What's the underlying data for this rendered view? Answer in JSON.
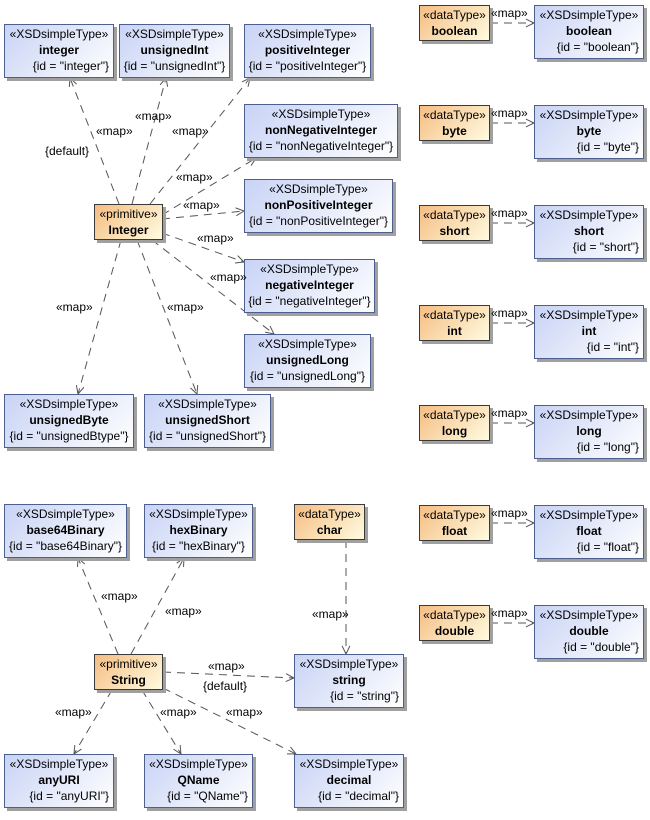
{
  "diagram": {
    "stereotypes": {
      "xsd": "«XSDsimpleType»",
      "primitive": "«primitive»",
      "dataType": "«dataType»",
      "map": "«map»",
      "default": "{default}"
    },
    "colors": {
      "xsd_fill": "#c8d3f5",
      "datatype_fill": "#f5bd82",
      "border": "#4d5f8f",
      "edge": "#555555"
    },
    "primitives": [
      {
        "id": "Integer",
        "stereotype": "«primitive»",
        "name": "Integer"
      },
      {
        "id": "String",
        "stereotype": "«primitive»",
        "name": "String"
      }
    ],
    "integer_targets": [
      {
        "stereotype": "«XSDsimpleType»",
        "name": "integer",
        "tag": "{id = \"integer\"}",
        "label": "«map»",
        "extra": "{default}"
      },
      {
        "stereotype": "«XSDsimpleType»",
        "name": "unsignedInt",
        "tag": "{id = \"unsignedInt\"}",
        "label": "«map»"
      },
      {
        "stereotype": "«XSDsimpleType»",
        "name": "positiveInteger",
        "tag": "{id = \"positiveInteger\"}",
        "label": "«map»"
      },
      {
        "stereotype": "«XSDsimpleType»",
        "name": "nonNegativeInteger",
        "tag": "{id = \"nonNegativeInteger\"}",
        "label": "«map»"
      },
      {
        "stereotype": "«XSDsimpleType»",
        "name": "nonPositiveInteger",
        "tag": "{id = \"nonPositiveInteger\"}",
        "label": "«map»"
      },
      {
        "stereotype": "«XSDsimpleType»",
        "name": "negativeInteger",
        "tag": "{id = \"negativeInteger\"}",
        "label": "«map»"
      },
      {
        "stereotype": "«XSDsimpleType»",
        "name": "unsignedLong",
        "tag": "{id = \"unsignedLong\"}",
        "label": "«map»"
      },
      {
        "stereotype": "«XSDsimpleType»",
        "name": "unsignedByte",
        "tag": "{id = \"unsignedBtype\"}",
        "label": "«map»"
      },
      {
        "stereotype": "«XSDsimpleType»",
        "name": "unsignedShort",
        "tag": "{id = \"unsignedShort\"}",
        "label": "«map»"
      }
    ],
    "string_targets": [
      {
        "stereotype": "«XSDsimpleType»",
        "name": "base64Binary",
        "tag": "{id = \"base64Binary\"}",
        "label": "«map»"
      },
      {
        "stereotype": "«XSDsimpleType»",
        "name": "hexBinary",
        "tag": "{id = \"hexBinary\"}",
        "label": "«map»"
      },
      {
        "stereotype": "«XSDsimpleType»",
        "name": "string",
        "tag": "{id = \"string\"}",
        "label": "«map»",
        "extra": "{default}"
      },
      {
        "stereotype": "«XSDsimpleType»",
        "name": "anyURI",
        "tag": "{id = \"anyURI\"}",
        "label": "«map»"
      },
      {
        "stereotype": "«XSDsimpleType»",
        "name": "QName",
        "tag": "{id = \"QName\"}",
        "label": "«map»"
      },
      {
        "stereotype": "«XSDsimpleType»",
        "name": "decimal",
        "tag": "{id = \"decimal\"}",
        "label": "«map»"
      }
    ],
    "char_mapping": {
      "source": {
        "stereotype": "«dataType»",
        "name": "char"
      },
      "label": "«map»",
      "target": "string"
    },
    "datatype_pairs": [
      {
        "source": {
          "stereotype": "«dataType»",
          "name": "boolean"
        },
        "label": "«map»",
        "target": {
          "stereotype": "«XSDsimpleType»",
          "name": "boolean",
          "tag": "{id = \"boolean\"}"
        }
      },
      {
        "source": {
          "stereotype": "«dataType»",
          "name": "byte"
        },
        "label": "«map»",
        "target": {
          "stereotype": "«XSDsimpleType»",
          "name": "byte",
          "tag": "{id = \"byte\"}"
        }
      },
      {
        "source": {
          "stereotype": "«dataType»",
          "name": "short"
        },
        "label": "«map»",
        "target": {
          "stereotype": "«XSDsimpleType»",
          "name": "short",
          "tag": "{id = \"short\"}"
        }
      },
      {
        "source": {
          "stereotype": "«dataType»",
          "name": "int"
        },
        "label": "«map»",
        "target": {
          "stereotype": "«XSDsimpleType»",
          "name": "int",
          "tag": "{id = \"int\"}"
        }
      },
      {
        "source": {
          "stereotype": "«dataType»",
          "name": "long"
        },
        "label": "«map»",
        "target": {
          "stereotype": "«XSDsimpleType»",
          "name": "long",
          "tag": "{id = \"long\"}"
        }
      },
      {
        "source": {
          "stereotype": "«dataType»",
          "name": "float"
        },
        "label": "«map»",
        "target": {
          "stereotype": "«XSDsimpleType»",
          "name": "float",
          "tag": "{id = \"float\"}"
        }
      },
      {
        "source": {
          "stereotype": "«dataType»",
          "name": "double"
        },
        "label": "«map»",
        "target": {
          "stereotype": "«XSDsimpleType»",
          "name": "double",
          "tag": "{id = \"double\"}"
        }
      }
    ]
  }
}
